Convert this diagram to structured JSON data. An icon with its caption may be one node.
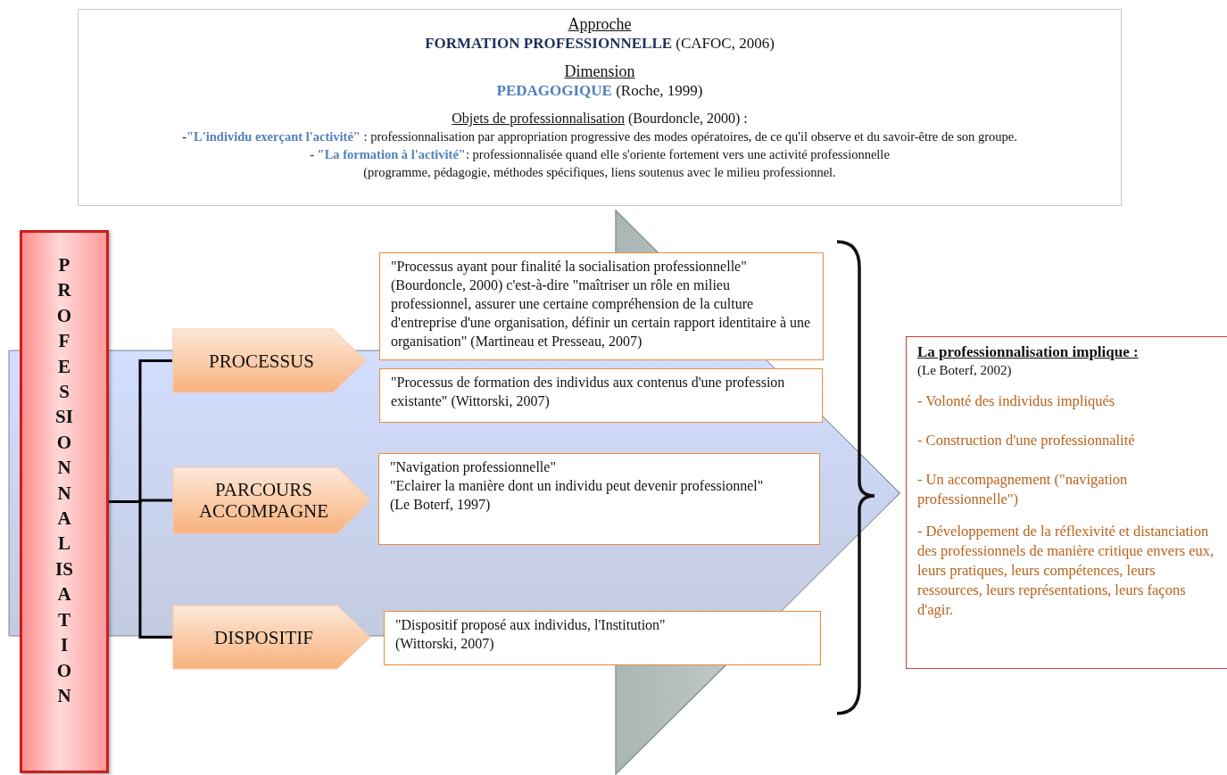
{
  "diagram": {
    "nodes": [
      {
        "text": [
          "Approche",
          "**FORMATION PROFESSIONNELLE** (CAFOC, 2006)",
          "Dimension",
          "**PEDAGOGIQUE** (Roche, 1999)",
          "Objets de professionnalisation",
          "(Bourdoncle, 2000) :",
          "-**\"L'individu exerçant l'activité\"** : professionnalisation par appropriation progressive des modes opératoires, de ce qu'il observe et du savoir-être de son groupe.",
          "- **\"La formation à l'activité\"**: professionnalisée quand elle s'oriente fortement vers une activité professionnelle",
          "(programme, pédagogie, méthodes spécifiques, liens soutenus avec le milieu professionnel."
        ]
      },
      {
        "text": [
          "PROFESSIONNALISATION"
        ]
      },
      {
        "text": [
          "PROCESSUS"
        ]
      },
      {
        "text": [
          "PARCOURS ACCOMPAGNE"
        ]
      },
      {
        "text": [
          "DISPOSITIF"
        ]
      },
      {
        "text": [
          "\"Processus ayant pour finalité la socialisation professionnelle\" (Bourdoncle, 2000) c'est-à-dire \"maîtriser un rôle en milieu professionnel, assurer une certaine compréhension de la culture d'entreprise d'une organisation, définir un certain rapport identitaire à une organisation\" (Martineau et Presseau, 2007)"
        ]
      },
      {
        "text": [
          "\"Processus de formation des individus aux contenus d'une profession existante\" (Wittorski, 2007)"
        ]
      },
      {
        "text": [
          "\"Navigation professionnelle\"",
          "\"Eclairer la manière dont un individu peut devenir professionnel\"",
          "(Le Boterf, 1997)"
        ]
      },
      {
        "text": [
          "\"Dispositif proposé aux individus, l'Institution\"",
          "(Wittorski, 2007)"
        ]
      },
      {
        "text": [
          "La professionnalisation implique :",
          "(Le Boterf, 2002)",
          "- Volonté des individus impliqués",
          "- Construction d'une professionnalité",
          "- Un accompagnement (\"navigation professionnelle\")",
          "- Développement de la réflexivité et distanciation des professionnels de manière critique envers eux, leurs pratiques, leurs compétences, leurs ressources, leurs représentations, leurs façons d'agir."
        ]
      }
    ],
    "edges": [
      {
        "from": 1,
        "to": 2,
        "arrow": "none"
      },
      {
        "from": 1,
        "to": 3,
        "arrow": "none"
      },
      {
        "from": 1,
        "to": 4,
        "arrow": "none"
      }
    ]
  }
}
